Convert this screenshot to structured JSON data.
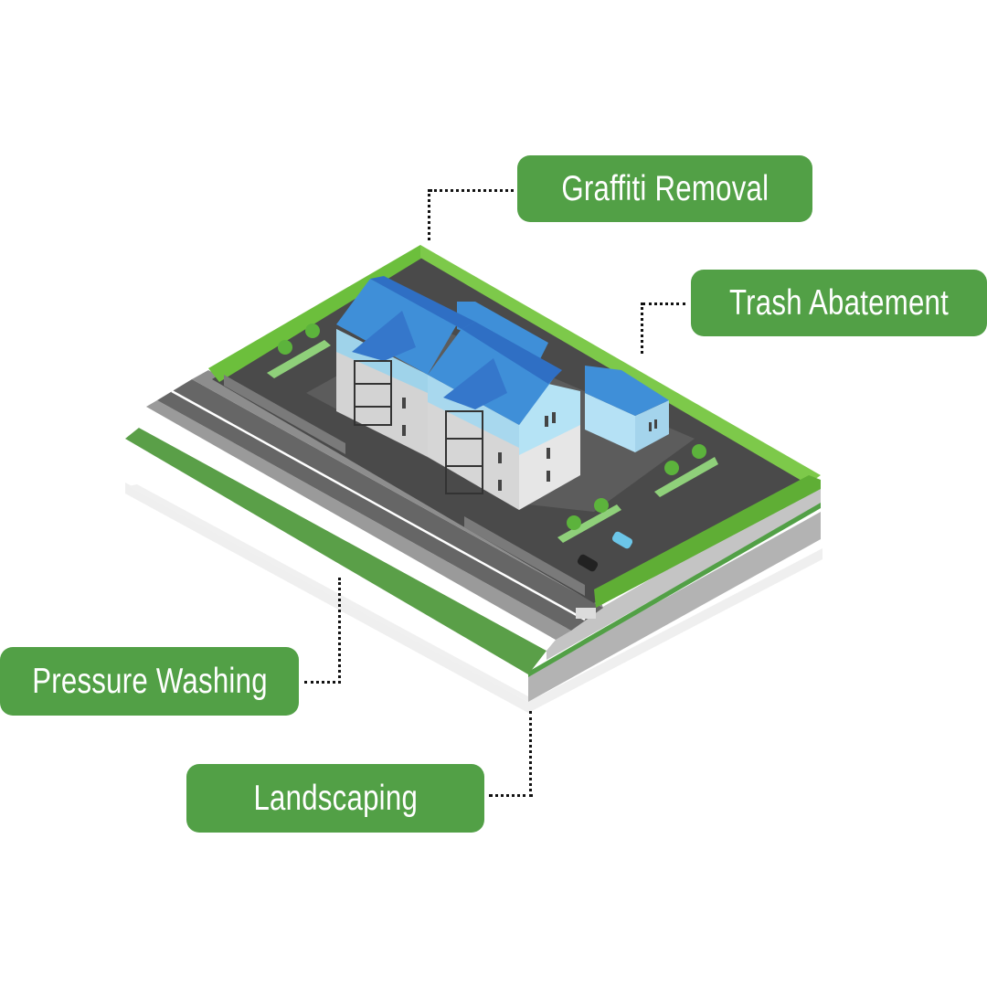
{
  "colors": {
    "label_green": "#52a046",
    "hedge_green": "#6cbf3c",
    "roof_blue": "#3f8fd8",
    "asphalt": "#4a4a4a"
  },
  "labels": {
    "graffiti": "Graffiti Removal",
    "trash": "Trash Abatement",
    "pressure": "Pressure Washing",
    "landscaping": "Landscaping"
  }
}
